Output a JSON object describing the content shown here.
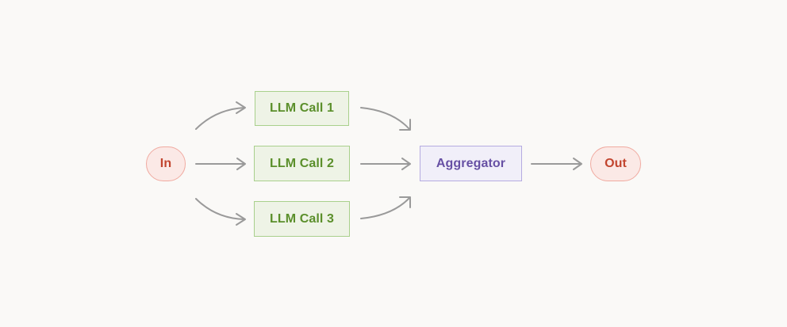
{
  "diagram": {
    "nodes": {
      "input": {
        "label": "In"
      },
      "llm_call_1": {
        "label": "LLM Call 1"
      },
      "llm_call_2": {
        "label": "LLM Call 2"
      },
      "llm_call_3": {
        "label": "LLM Call 3"
      },
      "aggregator": {
        "label": "Aggregator"
      },
      "output": {
        "label": "Out"
      }
    },
    "edges": [
      {
        "from": "input",
        "to": "llm_call_1"
      },
      {
        "from": "input",
        "to": "llm_call_2"
      },
      {
        "from": "input",
        "to": "llm_call_3"
      },
      {
        "from": "llm_call_1",
        "to": "aggregator"
      },
      {
        "from": "llm_call_2",
        "to": "aggregator"
      },
      {
        "from": "llm_call_3",
        "to": "aggregator"
      },
      {
        "from": "aggregator",
        "to": "output"
      }
    ],
    "colors": {
      "background": "#faf9f7",
      "terminal_fill": "#fbe9e6",
      "terminal_border": "#f0aaa0",
      "terminal_text": "#c2452f",
      "llm_fill": "#eef3e6",
      "llm_border": "#a9d08c",
      "llm_text": "#5b8f2b",
      "aggregator_fill": "#f1eff9",
      "aggregator_border": "#b5abe0",
      "aggregator_text": "#6750a4",
      "arrow": "#9a9a9a"
    }
  }
}
